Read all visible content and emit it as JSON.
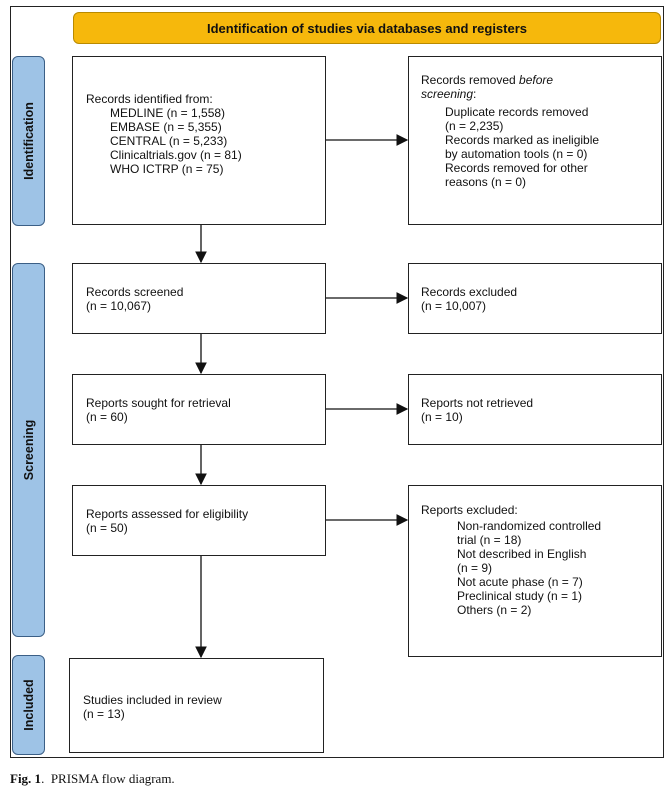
{
  "header": "Identification of studies via databases and registers",
  "phases": {
    "identification": "Identification",
    "screening": "Screening",
    "included": "Included"
  },
  "identified": {
    "title": "Records identified from:",
    "sources": [
      "MEDLINE (n = 1,558)",
      "EMBASE (n = 5,355)",
      "CENTRAL (n = 5,233)",
      "Clinicaltrials.gov (n = 81)",
      "WHO ICTRP (n = 75)"
    ]
  },
  "removed": {
    "title_prefix": "Records removed ",
    "title_italic": "before screening",
    "title_suffix": ":",
    "items": [
      "Duplicate records removed",
      "(n = 2,235)",
      "Records marked as ineligible",
      "by automation tools (n = 0)",
      "Records removed for other",
      "reasons (n = 0)"
    ]
  },
  "screened": {
    "label": "Records screened",
    "count": "(n = 10,067)"
  },
  "excluded": {
    "label": "Records excluded",
    "count": "(n = 10,007)"
  },
  "sought": {
    "label": "Reports sought for retrieval",
    "count": "(n = 60)"
  },
  "not_retrieved": {
    "label": "Reports not retrieved",
    "count": "(n = 10)"
  },
  "assessed": {
    "label": "Reports assessed for eligibility",
    "count": "(n = 50)"
  },
  "reports_excluded": {
    "title": "Reports excluded:",
    "items": [
      "Non-randomized controlled",
      "trial (n = 18)",
      "Not described in English",
      "(n = 9)",
      "Not acute phase (n = 7)",
      "Preclinical study (n = 1)",
      "Others (n = 2)"
    ]
  },
  "included": {
    "label": "Studies included in review",
    "count": "(n = 13)"
  },
  "caption": {
    "label": "Fig. 1",
    "text": "PRISMA flow diagram."
  }
}
